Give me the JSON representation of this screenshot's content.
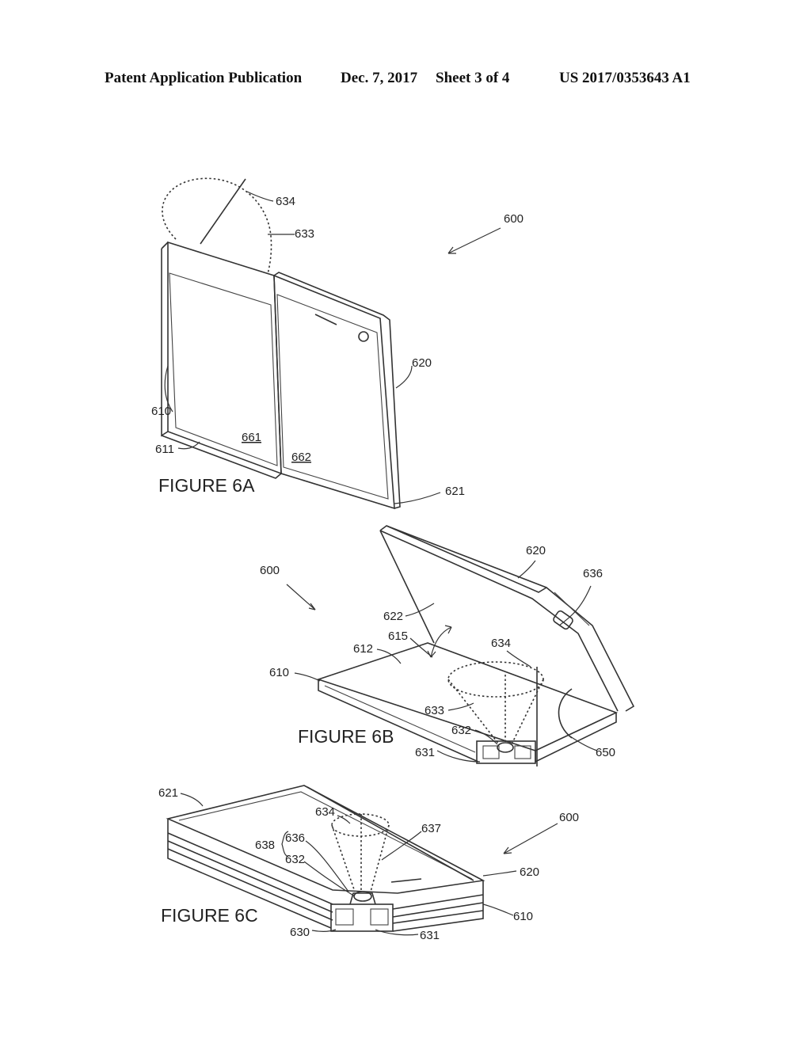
{
  "header": {
    "left": "Patent Application Publication",
    "date": "Dec. 7, 2017",
    "sheet": "Sheet 3 of 4",
    "number": "US 2017/0353643 A1"
  },
  "figures": {
    "fig6a": {
      "title": "FIGURE 6A",
      "labels": {
        "l634": "634",
        "l633": "633",
        "l600": "600",
        "l620": "620",
        "l610": "610",
        "l611": "611",
        "l661": "661",
        "l662": "662",
        "l621": "621"
      }
    },
    "fig6b": {
      "title": "FIGURE 6B",
      "labels": {
        "l620": "620",
        "l636": "636",
        "l600": "600",
        "l622": "622",
        "l615": "615",
        "l634": "634",
        "l612": "612",
        "l610": "610",
        "l633": "633",
        "l632": "632",
        "l631": "631",
        "l650": "650"
      }
    },
    "fig6c": {
      "title": "FIGURE 6C",
      "labels": {
        "l621": "621",
        "l634": "634",
        "l600": "600",
        "l637": "637",
        "l638": "638",
        "l636": "636",
        "l632": "632",
        "l620": "620",
        "l610": "610",
        "l630": "630",
        "l631": "631"
      }
    }
  }
}
